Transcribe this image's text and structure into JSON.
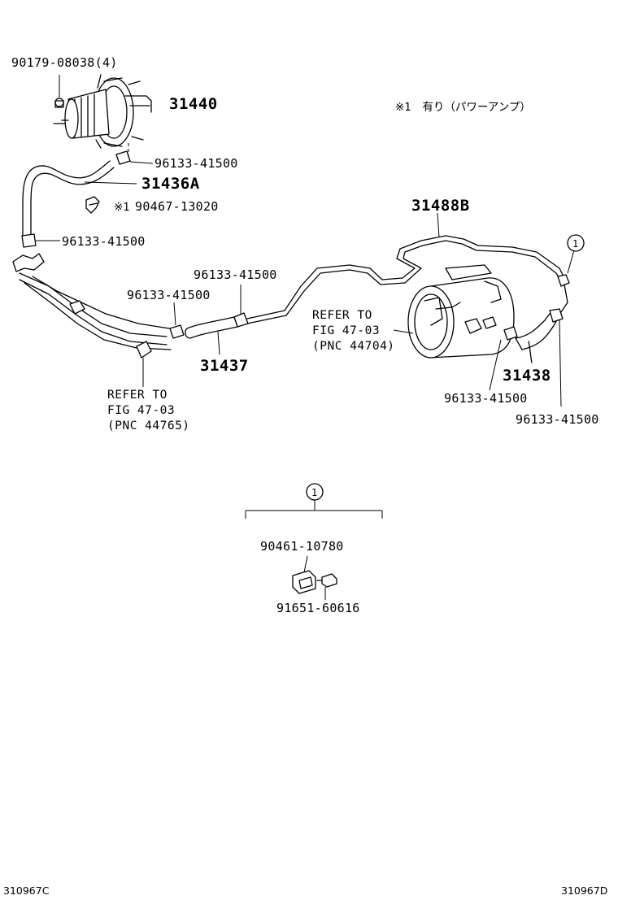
{
  "note_text": "※1　有り（パワーアンプ）",
  "labels": {
    "nut_bolt": "90179-08038(4)",
    "booster": "31440",
    "clamp_booster": "96133-41500",
    "hose_upper": "31436A",
    "clip_note": "※1",
    "clip": "90467-13020",
    "clamp_lower": "96133-41500",
    "pipe": "31488B",
    "circle_ref_top": "1",
    "clamp_mid_a": "96133-41500",
    "clamp_mid_b": "96133-41500",
    "hose_mid": "31437",
    "hose_right": "31438",
    "clamp_right_a": "96133-41500",
    "clamp_right_b": "96133-41500",
    "circle_ref_bottom": "1",
    "bracket": "90461-10780",
    "bolt": "91651-60616"
  },
  "refer_left": {
    "line1": "REFER TO",
    "line2": "FIG 47-03",
    "line3": "(PNC 44765)"
  },
  "refer_right": {
    "line1": "REFER TO",
    "line2": "FIG 47-03",
    "line3": "(PNC 44704)"
  },
  "corner_left": "310967C",
  "corner_right": "310967D"
}
